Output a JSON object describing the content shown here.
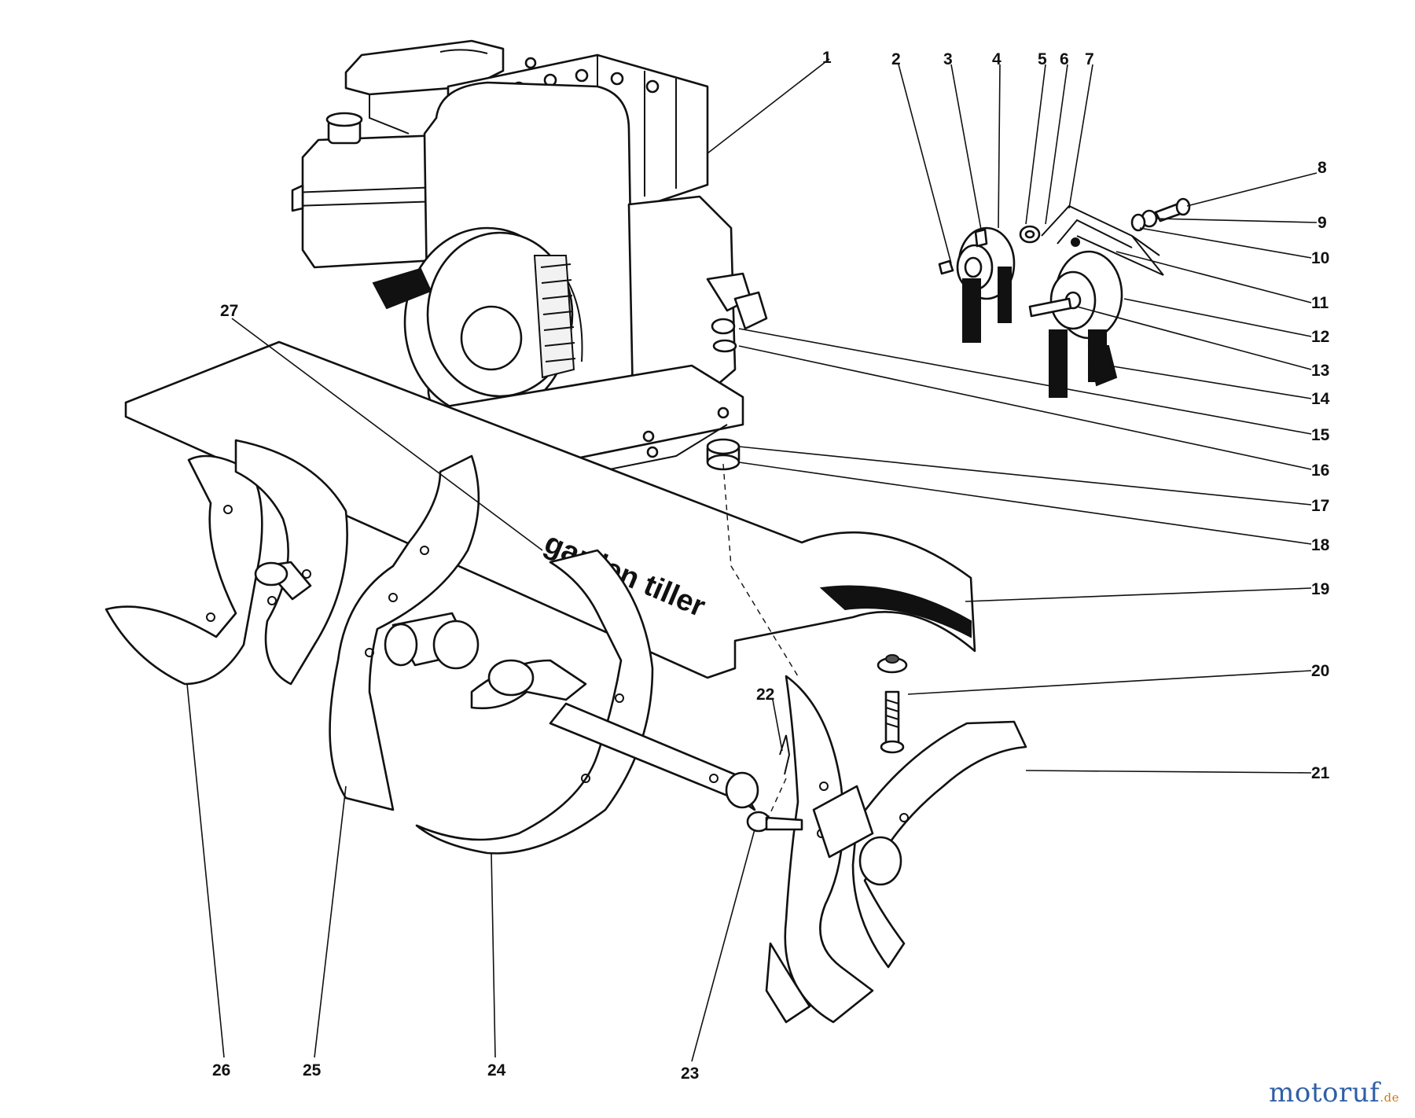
{
  "brand_label": "garden tiller",
  "watermark": {
    "name": "motoruf",
    "suffix": ".de"
  },
  "callouts": [
    "1",
    "2",
    "3",
    "4",
    "5",
    "6",
    "7",
    "8",
    "9",
    "10",
    "11",
    "12",
    "13",
    "14",
    "15",
    "16",
    "17",
    "18",
    "19",
    "20",
    "21",
    "22",
    "23",
    "24",
    "25",
    "26",
    "27"
  ],
  "colors": {
    "line": "#111111",
    "background": "#ffffff",
    "watermark_blue": "#2f5fa6",
    "watermark_orange": "#d07a1a"
  }
}
